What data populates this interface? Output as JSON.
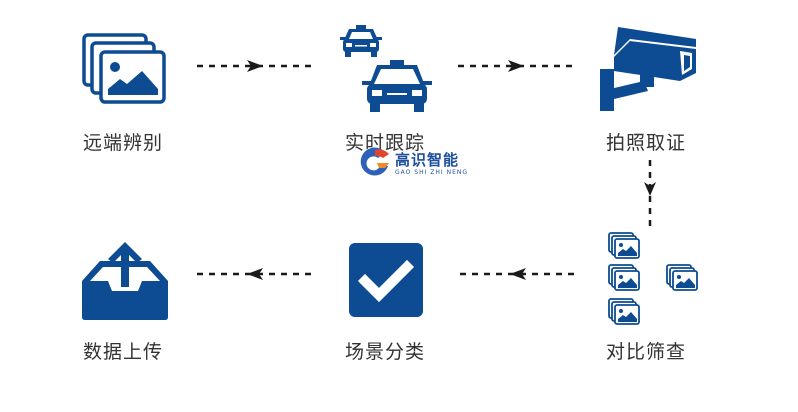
{
  "colors": {
    "primary": "#0d4c92",
    "arrow": "#1a1a1a",
    "text": "#333333",
    "logo_blue": "#1f4f9f",
    "logo_orange": "#f08a24",
    "logo_red": "#e2452b"
  },
  "steps": [
    {
      "label": "远端辨别",
      "icon": "photo-stack-icon"
    },
    {
      "label": "实时跟踪",
      "icon": "taxi-icon"
    },
    {
      "label": "拍照取证",
      "icon": "surveillance-camera-icon"
    },
    {
      "label": "对比筛查",
      "icon": "photo-compare-icon"
    },
    {
      "label": "场景分类",
      "icon": "checkbox-icon"
    },
    {
      "label": "数据上传",
      "icon": "upload-tray-icon"
    }
  ],
  "arrows": [
    {
      "from": "远端辨别",
      "to": "实时跟踪",
      "direction": "right"
    },
    {
      "from": "实时跟踪",
      "to": "拍照取证",
      "direction": "right"
    },
    {
      "from": "拍照取证",
      "to": "对比筛查",
      "direction": "down"
    },
    {
      "from": "对比筛查",
      "to": "场景分类",
      "direction": "left"
    },
    {
      "from": "场景分类",
      "to": "数据上传",
      "direction": "left"
    }
  ],
  "watermark": {
    "name_cn": "高识智能",
    "name_en": "GAO SHI ZHI NENG"
  }
}
